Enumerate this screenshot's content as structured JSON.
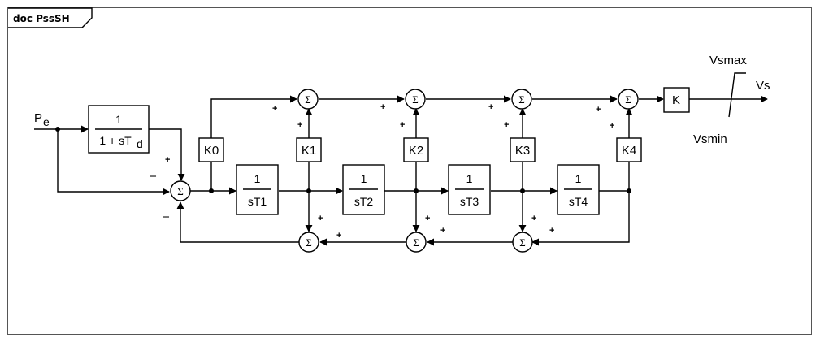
{
  "frame": {
    "title": "doc PssSH"
  },
  "diagram": {
    "input_label": "P",
    "input_sub": "e",
    "filter": {
      "num": "1",
      "den": "1 + sT",
      "den_sub": "d"
    },
    "integrators": [
      {
        "num": "1",
        "den": "sT1"
      },
      {
        "num": "1",
        "den": "sT2"
      },
      {
        "num": "1",
        "den": "sT3"
      },
      {
        "num": "1",
        "den": "sT4"
      }
    ],
    "gains": [
      "K0",
      "K1",
      "K2",
      "K3",
      "K4"
    ],
    "output_gain": "K",
    "output_label": "Vs",
    "limit_max": "Vsmax",
    "limit_min": "Vsmin",
    "sum_symbol": "Σ",
    "plus": "+",
    "minus": "−"
  }
}
